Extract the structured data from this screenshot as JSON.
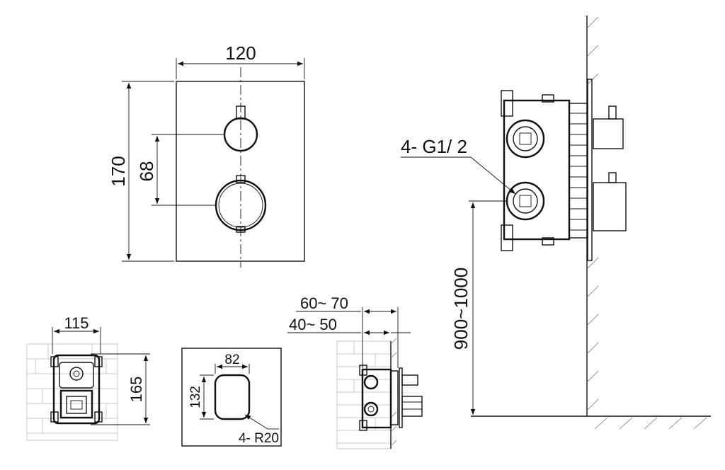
{
  "labels": {
    "plate_width": "120",
    "plate_height": "170",
    "handle_spacing": "68",
    "thread_spec": "4- G1/ 2",
    "install_height": "900~1000",
    "box_width": "115",
    "box_height": "165",
    "escutcheon_width": "82",
    "escutcheon_height": "132",
    "corner_radius": "4- R20",
    "depth_max": "60~ 70",
    "depth_min": "40~ 50"
  },
  "colors": {
    "line": "#111111",
    "brick": "#c8c8c8",
    "hatch": "#777777"
  }
}
